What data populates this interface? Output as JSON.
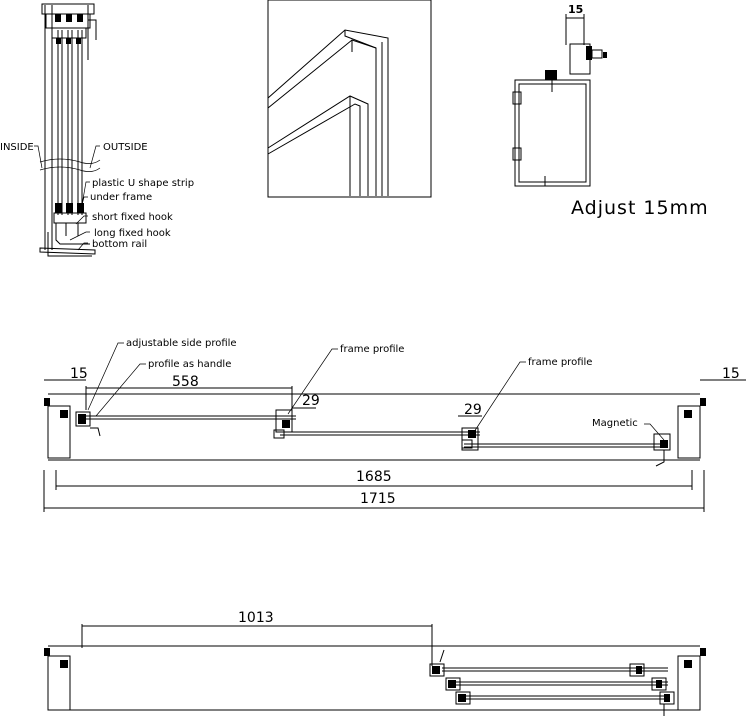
{
  "detail_top_left": {
    "inside_label": "INSIDE",
    "outside_label": "OUTSIDE",
    "strip_label": "plastic U shape strip",
    "under_frame_label": "under frame",
    "short_hook_label": "short  fixed hook",
    "long_hook_label": "long  fixed hook",
    "bottom_rail_label": "bottom rail"
  },
  "detail_top_right": {
    "dim_15": "15",
    "adjust_text": "Adjust  15mm"
  },
  "plan_closed": {
    "adjustable_side_label": "adjustable side profile",
    "handle_label": "profile as handle",
    "frame_profile_label_1": "frame profile",
    "frame_profile_label_2": "frame profile",
    "magnetic_label": "Magnetic",
    "dim_left_15": "15",
    "dim_right_15": "15",
    "dim_558": "558",
    "dim_29_a": "29",
    "dim_29_b": "29",
    "dim_1685": "1685",
    "dim_1715": "1715"
  },
  "plan_open": {
    "dim_1013": "1013"
  }
}
